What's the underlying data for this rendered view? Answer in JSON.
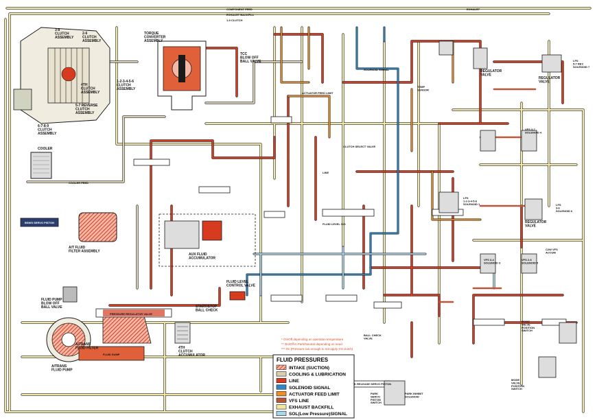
{
  "colors": {
    "intake": "#e0603a",
    "cooling": "#d9cfb0",
    "line": "#d63a1f",
    "solenoid": "#2c87c6",
    "actuator": "#ec8f2a",
    "vfs": "#b8563a",
    "exhaust": "#f2e7a0",
    "sol_low": "#a9d6ea",
    "outline": "#1a1a1a"
  },
  "components": {
    "clutch_3_8": "3-8\nCLUTCH\nASSEMBLY",
    "clutch_2_6": "2-6\nCLUTCH\nASSEMBLY",
    "clutch_4th": "4TH\nCLUTCH\nASSEMBLY",
    "clutch_5_7_rev": "5-7 REVERSE\nCLUTCH\nASSEMBLY",
    "clutch_6_7_8_9": "6-7-8-9\nCLUTCH\nASSEMBLY",
    "torque_converter": "TORQUE\nCONVERTER\nASSEMBLY",
    "clutch_12345": "1-2-3-4-5-6\nCLUTCH\nASSEMBLY",
    "tcc_blowoff": "TCC\nBLOW OFF\nBALL VALVE",
    "cooler": "COOLER",
    "bsws_servo": "BSWS SERVO PISTON",
    "af_filter": "A/T FLUID\nFILTER ASSEMBLY",
    "aux_accum": "AUX FLUID\nACCUMULATOR",
    "pump_blowoff": "FLUID PUMP\nBLOW OFF\nBALL VALVE",
    "atrans_filter": "A/TRANS\nFLUID FILTER",
    "atrans_pump": "A/TRANS\nFLUID PUMP",
    "fluid_sump": "FLUID SUMP",
    "pressure_reg_valve": "PRESSURE REGULATOR VALVE",
    "start_stop_check": "START/STOP\nBALL CHECK",
    "fluid_level_valve": "FLUID LEVEL\nCONTROL VALVE",
    "clutch_4th_accum": "4TH\nCLUTCH\nACCUMULATOR",
    "regulator_valve_1": "REGULATOR\nVALVE",
    "regulator_valve_2": "REGULATOR\nVALVE",
    "regulator_valve_3": "REGULATOR\nVALVE",
    "park_release_servo": "PARK RELEASE SERVO PISTON",
    "ball_check_valve": "BALL CHECK\nVALVE",
    "temp_sensor": "TEMP\nSENSOR",
    "mode_valve_switch": "MODE\nVALVE\nPOSITION\nSWITCH",
    "manual_valve_pos": "MODE\nVALVE\nPOSITION\nSWITCH",
    "park_servo_switch": "PARK\nSERVO\nPISTON\nSWITCH",
    "park_inhibit": "PARK INHIBIT\nSOLENOID",
    "sol_vfs_3": "VFS 3-4\nSOLENOID 3",
    "sol_vfs_5": "VFS 2-6\nSOLENOID 5",
    "sol_vfs_4": "VFS 3-7\nSOLENOID 4",
    "sol_lfs_7": "LFS\n5-7 REV\nSOLENOID 7",
    "sol_lfs_3_6": "LFS\n3-6\nSOLENOID 6",
    "lfs_12": "LFS\n1-2-3-4-5-6\nSOLENOID 1",
    "cw_vfs": "C2W VFS\nACCUM"
  },
  "line_labels": {
    "top1": "COMPONENT FEED",
    "top2": "EXHAUST BACKFILL",
    "top3": "EXHAUST",
    "top4": "1-9 CLUTCH",
    "line_label": "LINE",
    "actuator_feed": "ACTUATOR FEED LIMIT",
    "cooler_feed": "COOLER FEED",
    "sol_sig": "SOLENOID SIGNAL",
    "clutch_select": "CLUTCH SELECT VALVE",
    "fluid_level_sig": "FLUID LEVEL SIG"
  },
  "notes": {
    "n1": "* On/Off depending on operation temperature",
    "n2": "** On/Off in Park/Neutral depending on need",
    "n3": "*** On (Pressure low enough to not apply 3-8 clutch)"
  },
  "legend": {
    "title": "FLUID PRESSURES",
    "items": [
      {
        "label": "INTAKE (SUCTION)",
        "key": "intake",
        "hatched": true
      },
      {
        "label": "COOLING & LUBRICATION",
        "key": "cooling",
        "hatched": false
      },
      {
        "label": "LINE",
        "key": "line",
        "hatched": false
      },
      {
        "label": "SOLENOID SIGNAL",
        "key": "solenoid",
        "hatched": false
      },
      {
        "label": "ACTUATOR FEED LIMIT",
        "key": "actuator",
        "hatched": false
      },
      {
        "label": "VFS LINE",
        "key": "vfs",
        "hatched": false
      },
      {
        "label": "EXHAUST BACKFILL",
        "key": "exhaust",
        "hatched": false
      },
      {
        "label": "SOL(Low Pressure)SIGNAL",
        "key": "sol_low",
        "hatched": false
      }
    ]
  }
}
